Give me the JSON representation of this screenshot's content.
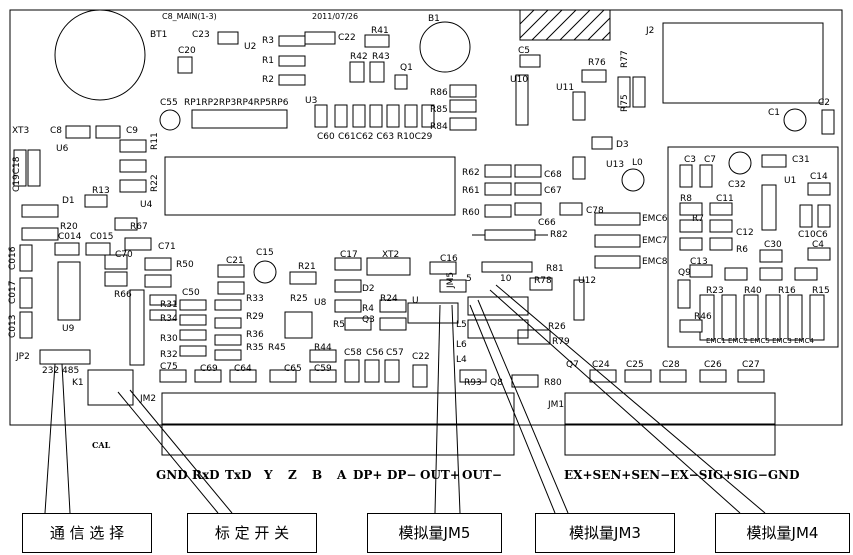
{
  "board": {
    "header_left": "C8_MAIN(1-3)",
    "header_date": "2011/07/26",
    "components": {
      "BT1": "BT1",
      "C20": "C20",
      "C23": "C23",
      "U2": "U2",
      "R3": "R3",
      "R1": "R1",
      "R2": "R2",
      "C22": "C22",
      "R41": "R41",
      "R42": "R42",
      "R43": "R43",
      "Q1": "Q1",
      "U3": "U3",
      "B1": "B1",
      "C5": "C5",
      "U10": "U10",
      "R76": "R76",
      "U11": "U11",
      "R77": "R77",
      "R75": "R75",
      "C7x": "C7",
      "J2": "J2",
      "C1": "C1",
      "C2": "C2",
      "R86": "R86",
      "R85": "R85",
      "R84": "R84",
      "C55": "C55",
      "RP": "RP1RP2RP3RP4RP5RP6",
      "C60": "C60",
      "C61": "C61C62 C63 R10C29",
      "XT3": "XT3",
      "C8": "C8",
      "C9": "C9",
      "U6": "U6",
      "R11": "R11",
      "R22": "R22",
      "C19": "C19C18",
      "R13": "R13",
      "D1": "D1",
      "U4": "U4",
      "R20": "R20",
      "C014": "C014",
      "C015": "C015",
      "R67": "R67",
      "C71": "C71",
      "C016": "C016",
      "C017": "C017",
      "C013": "C013",
      "U9": "U9",
      "C70": "C70",
      "R66": "R66",
      "R50": "R50",
      "C15": "C15",
      "C21": "C21",
      "C50": "C50",
      "R21": "R21",
      "C17": "C17",
      "XT2": "XT2",
      "C16": "C16",
      "D2": "D2",
      "R31": "R31",
      "R34": "R34",
      "R30": "R30",
      "R32": "R32",
      "R33": "R33",
      "R29": "R29",
      "R36": "R36",
      "R35": "R35",
      "R45": "R45",
      "R25": "R25",
      "U8": "U8",
      "R24": "R24",
      "R4": "R4",
      "Q3": "Q3",
      "R5": "R5",
      "R44": "R44",
      "C58": "C58",
      "C56": "C56",
      "C57": "C57",
      "C22b": "C22",
      "C75": "C75",
      "C69": "C69",
      "C64": "C64",
      "C65": "C65",
      "C59": "C59",
      "R62": "R62",
      "R61": "R61",
      "R60": "R60",
      "C68": "C68",
      "C67": "C67",
      "C66": "C66",
      "C78": "C78",
      "R82": "R82",
      "R81": "R81",
      "R78": "R78",
      "D3": "D3",
      "U13": "U13",
      "L0": "L0",
      "EMC6": "EMC6",
      "EMC7": "EMC7",
      "EMC8": "EMC8",
      "U12": "U12",
      "R26": "R26",
      "R79": "R79",
      "Q7": "Q7",
      "R80": "R80",
      "Q8": "Q8",
      "R93": "R93",
      "L6": "L6",
      "L5": "L5",
      "L4": "L4",
      "C24": "C24",
      "C25": "C25",
      "C28": "C28",
      "C26": "C26",
      "C27": "C27",
      "C3": "C3",
      "C7": "C7",
      "C31": "C31",
      "C32": "C32",
      "U1": "U1",
      "C14": "C14",
      "R8": "R8",
      "C11": "C11",
      "R7": "R7",
      "C12": "C12",
      "C10C6": "C10C6",
      "C4": "C4",
      "R6": "R6",
      "C30": "C30",
      "C13": "C13",
      "Q9": "Q9",
      "R23": "R23",
      "R40": "R40",
      "R16": "R16",
      "R15": "R15",
      "R46": "R46",
      "EMC": "EMC1 EMC2 EMC5 EMC3 EMC4",
      "JP2": "JP2",
      "JP2_sub": "232 485",
      "K1": "K1",
      "JM2": "JM2",
      "JM1": "JM1",
      "CAL": "CAL",
      "jm5": "JM5",
      "num5": "5",
      "num10": "10",
      "U": "U"
    },
    "terminals_left": [
      "GND",
      "RxD",
      "TxD",
      "Y",
      "Z",
      "B",
      "A",
      "DP+",
      "DP−",
      "OUT+",
      "OUT−"
    ],
    "terminals_right": "EX+SEN+SEN−EX−SIG+SIG−GND"
  },
  "callouts": {
    "comm_select": "通 信 选 择",
    "calib_switch": "标 定 开 关",
    "analog_jm5": "模拟量JM5",
    "analog_jm3": "模拟量JM3",
    "analog_jm4": "模拟量JM4"
  }
}
